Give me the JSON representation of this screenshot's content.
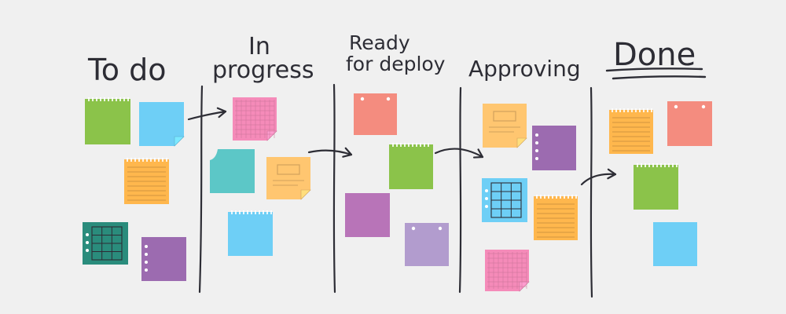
{
  "board": {
    "columns": [
      {
        "id": "todo",
        "title": "To do"
      },
      {
        "id": "in-progress",
        "title_lines": [
          "In",
          "progress"
        ]
      },
      {
        "id": "ready",
        "title_lines": [
          "Ready",
          "for deploy"
        ]
      },
      {
        "id": "approving",
        "title": "Approving"
      },
      {
        "id": "done",
        "title": "Done"
      }
    ]
  },
  "colors": {
    "background": "#f0f0f0",
    "ink": "#2d2d35",
    "green": "#8bc34a",
    "blue": "#6ecff6",
    "yellow": "#ffb74d",
    "teal": "#2a8c7c",
    "purple": "#9c6bb0",
    "pink": "#f58bb9",
    "cyan": "#5cc7c7",
    "light-orange": "#ffc670",
    "salmon": "#f48c7f",
    "magenta": "#b874b8",
    "lavender": "#b29cce"
  },
  "notes": {
    "todo": [
      {
        "color": "green",
        "style": "spiral-top"
      },
      {
        "color": "blue",
        "style": "folded-corner"
      },
      {
        "color": "yellow",
        "style": "lined"
      },
      {
        "color": "teal",
        "style": "table"
      },
      {
        "color": "purple",
        "style": "side-holes"
      }
    ],
    "in-progress": [
      {
        "color": "pink",
        "style": "grid"
      },
      {
        "color": "cyan",
        "style": "torn-corner"
      },
      {
        "color": "light-orange",
        "style": "label-box"
      },
      {
        "color": "blue",
        "style": "spiral-top"
      }
    ],
    "ready": [
      {
        "color": "salmon",
        "style": "pinned"
      },
      {
        "color": "green",
        "style": "spiral-top"
      },
      {
        "color": "magenta",
        "style": "plain"
      },
      {
        "color": "lavender",
        "style": "pinned"
      }
    ],
    "approving": [
      {
        "color": "light-orange",
        "style": "label-box"
      },
      {
        "color": "purple",
        "style": "side-holes"
      },
      {
        "color": "blue",
        "style": "table"
      },
      {
        "color": "yellow",
        "style": "lined"
      },
      {
        "color": "pink",
        "style": "grid"
      }
    ],
    "done": [
      {
        "color": "yellow",
        "style": "lined"
      },
      {
        "color": "salmon",
        "style": "pinned"
      },
      {
        "color": "green",
        "style": "spiral-top"
      },
      {
        "color": "blue",
        "style": "plain"
      }
    ]
  }
}
